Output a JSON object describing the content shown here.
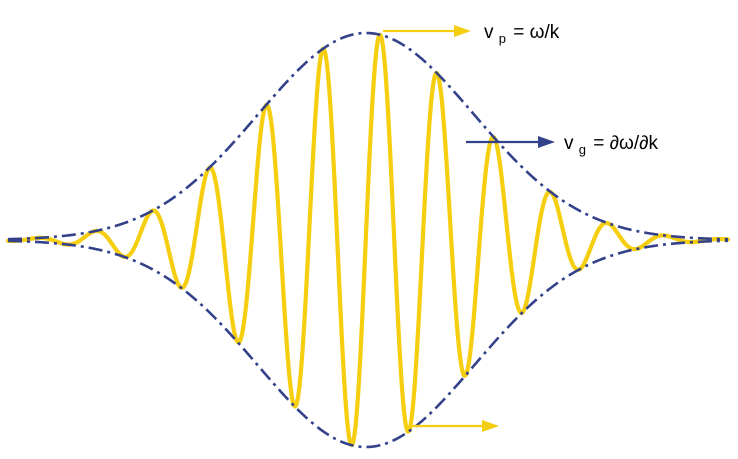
{
  "colors": {
    "carrier": "#F5CE0F",
    "envelope": "#33418A",
    "background": "#FFFFFF"
  },
  "labels": {
    "phase_velocity": {
      "symbol": "v",
      "subscript": "p",
      "expression": "= ω/k"
    },
    "group_velocity": {
      "symbol": "v",
      "subscript": "g",
      "expression": "= ∂ω/∂k"
    }
  }
}
